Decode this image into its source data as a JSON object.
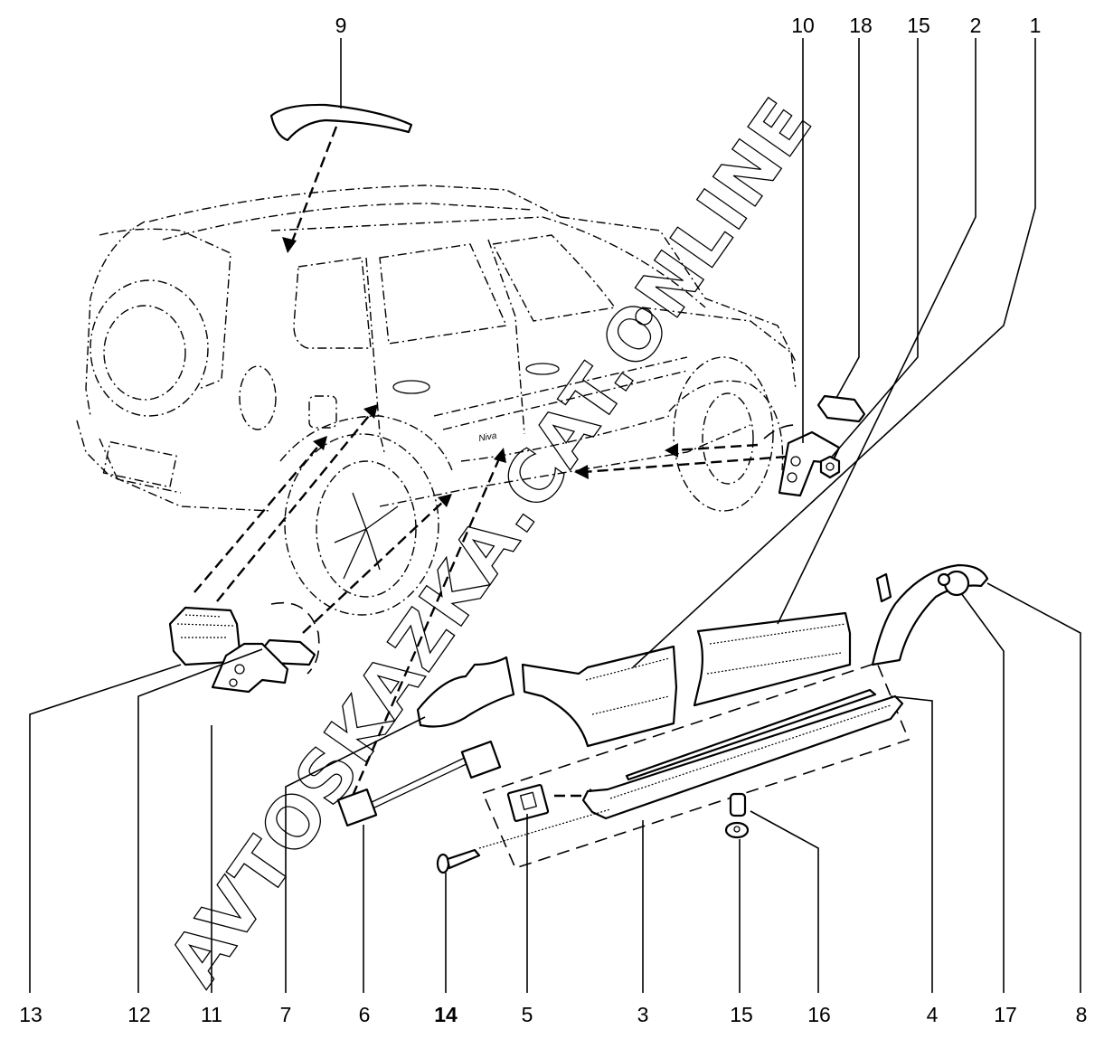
{
  "diagram": {
    "title": "Body exterior trim parts (exploded view)",
    "watermark": "AVTOSKAZKA.CAT.ONLINE",
    "callouts_top": [
      {
        "id": "9",
        "bold": false
      },
      {
        "id": "10",
        "bold": false
      },
      {
        "id": "18",
        "bold": false
      },
      {
        "id": "15",
        "bold": false
      },
      {
        "id": "2",
        "bold": false
      },
      {
        "id": "1",
        "bold": false
      }
    ],
    "callouts_bottom": [
      {
        "id": "13",
        "bold": false
      },
      {
        "id": "12",
        "bold": false
      },
      {
        "id": "11",
        "bold": false
      },
      {
        "id": "7",
        "bold": false
      },
      {
        "id": "6",
        "bold": false
      },
      {
        "id": "14",
        "bold": true
      },
      {
        "id": "5",
        "bold": false
      },
      {
        "id": "3",
        "bold": false
      },
      {
        "id": "15",
        "bold": false
      },
      {
        "id": "16",
        "bold": false
      },
      {
        "id": "4",
        "bold": false
      },
      {
        "id": "17",
        "bold": false
      },
      {
        "id": "8",
        "bold": false
      }
    ],
    "door_badge_text": "Niva",
    "colors": {
      "line": "#000000",
      "background": "#ffffff"
    }
  }
}
